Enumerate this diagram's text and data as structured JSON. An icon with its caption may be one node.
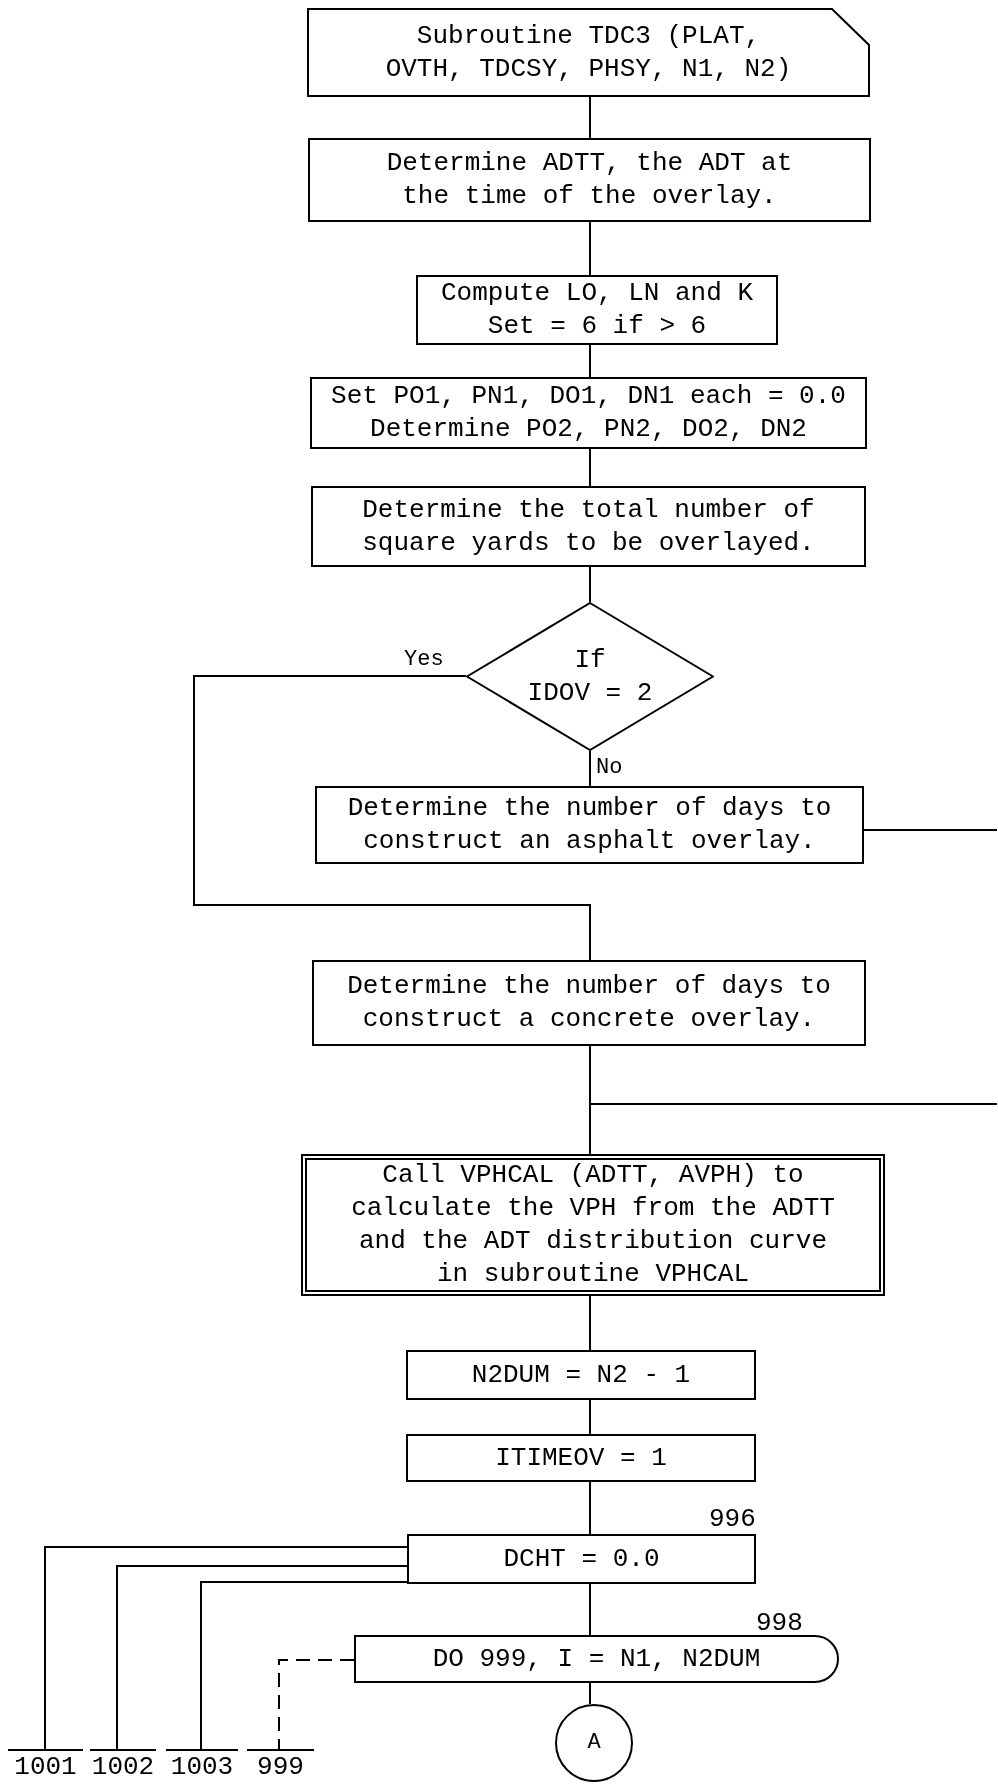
{
  "diagram": {
    "nodes": [
      {
        "text": [
          "Subroutine TDC3 (PLAT, OVTH, TDCSY, PHSY, N1, N2)"
        ]
      },
      {
        "text": [
          "Determine ADTT, the ADT at the time of the overlay."
        ]
      },
      {
        "text": [
          "Compute LO, LN and K Set = 6 if > 6"
        ]
      },
      {
        "text": [
          "Set PO1, PN1, DO1, DN1 each = 0.0 Determine PO2, PN2, DO2, DN2"
        ]
      },
      {
        "text": [
          "Determine the total number of square yards to be overlayed."
        ]
      },
      {
        "text": [
          "If",
          "IDOV = 2"
        ]
      },
      {
        "text": [
          "Determine the number of days to construct an asphalt overlay."
        ]
      },
      {
        "text": [
          "Determine the number of days to construct a concrete overlay."
        ]
      },
      {
        "text": [
          "Call VPHCAL (ADTT, AVPH) to calculate the VPH from the ADTT and the ADT distribution curve in subroutine VPHCAL"
        ]
      },
      {
        "text": [
          "N2DUM = N2 - 1"
        ]
      },
      {
        "text": [
          "ITIMEOV = 1"
        ]
      },
      {
        "text": [
          "DCHT = 0.0"
        ],
        "beside": [
          "996"
        ]
      },
      {
        "text": [
          "DO 999, I = N1, N2DUM"
        ],
        "beside": [
          "998"
        ]
      },
      {
        "text": [
          "A"
        ]
      },
      {
        "text": [
          "1001"
        ]
      },
      {
        "text": [
          "1002"
        ]
      },
      {
        "text": [
          "1003"
        ]
      },
      {
        "text": [
          "999"
        ]
      }
    ],
    "edges": [
      {
        "from": 0,
        "to": 1,
        "arrow": "none"
      },
      {
        "from": 1,
        "to": 2,
        "arrow": "none"
      },
      {
        "from": 2,
        "to": 3,
        "arrow": "none"
      },
      {
        "from": 3,
        "to": 4,
        "arrow": "none"
      },
      {
        "from": 4,
        "to": 5,
        "arrow": "none"
      },
      {
        "from": 5,
        "to": 6,
        "arrow": "none",
        "label": "No"
      },
      {
        "from": 5,
        "to": 7,
        "arrow": "none",
        "label": "Yes"
      },
      {
        "from": 6,
        "to": null,
        "arrow": "none"
      },
      {
        "from": null,
        "to": 8,
        "arrow": "none"
      },
      {
        "from": 7,
        "to": 8,
        "arrow": "none"
      },
      {
        "from": 8,
        "to": 9,
        "arrow": "none"
      },
      {
        "from": 9,
        "to": 10,
        "arrow": "none"
      },
      {
        "from": 10,
        "to": 11,
        "arrow": "none"
      },
      {
        "from": 11,
        "to": 12,
        "arrow": "none"
      },
      {
        "from": 12,
        "to": 13,
        "arrow": "none"
      },
      {
        "from": 11,
        "to": 14,
        "arrow": "none"
      },
      {
        "from": 11,
        "to": 15,
        "arrow": "none"
      },
      {
        "from": 11,
        "to": 16,
        "arrow": "none"
      },
      {
        "from": 12,
        "to": 17,
        "arrow": "none",
        "style": "dashed"
      }
    ]
  }
}
